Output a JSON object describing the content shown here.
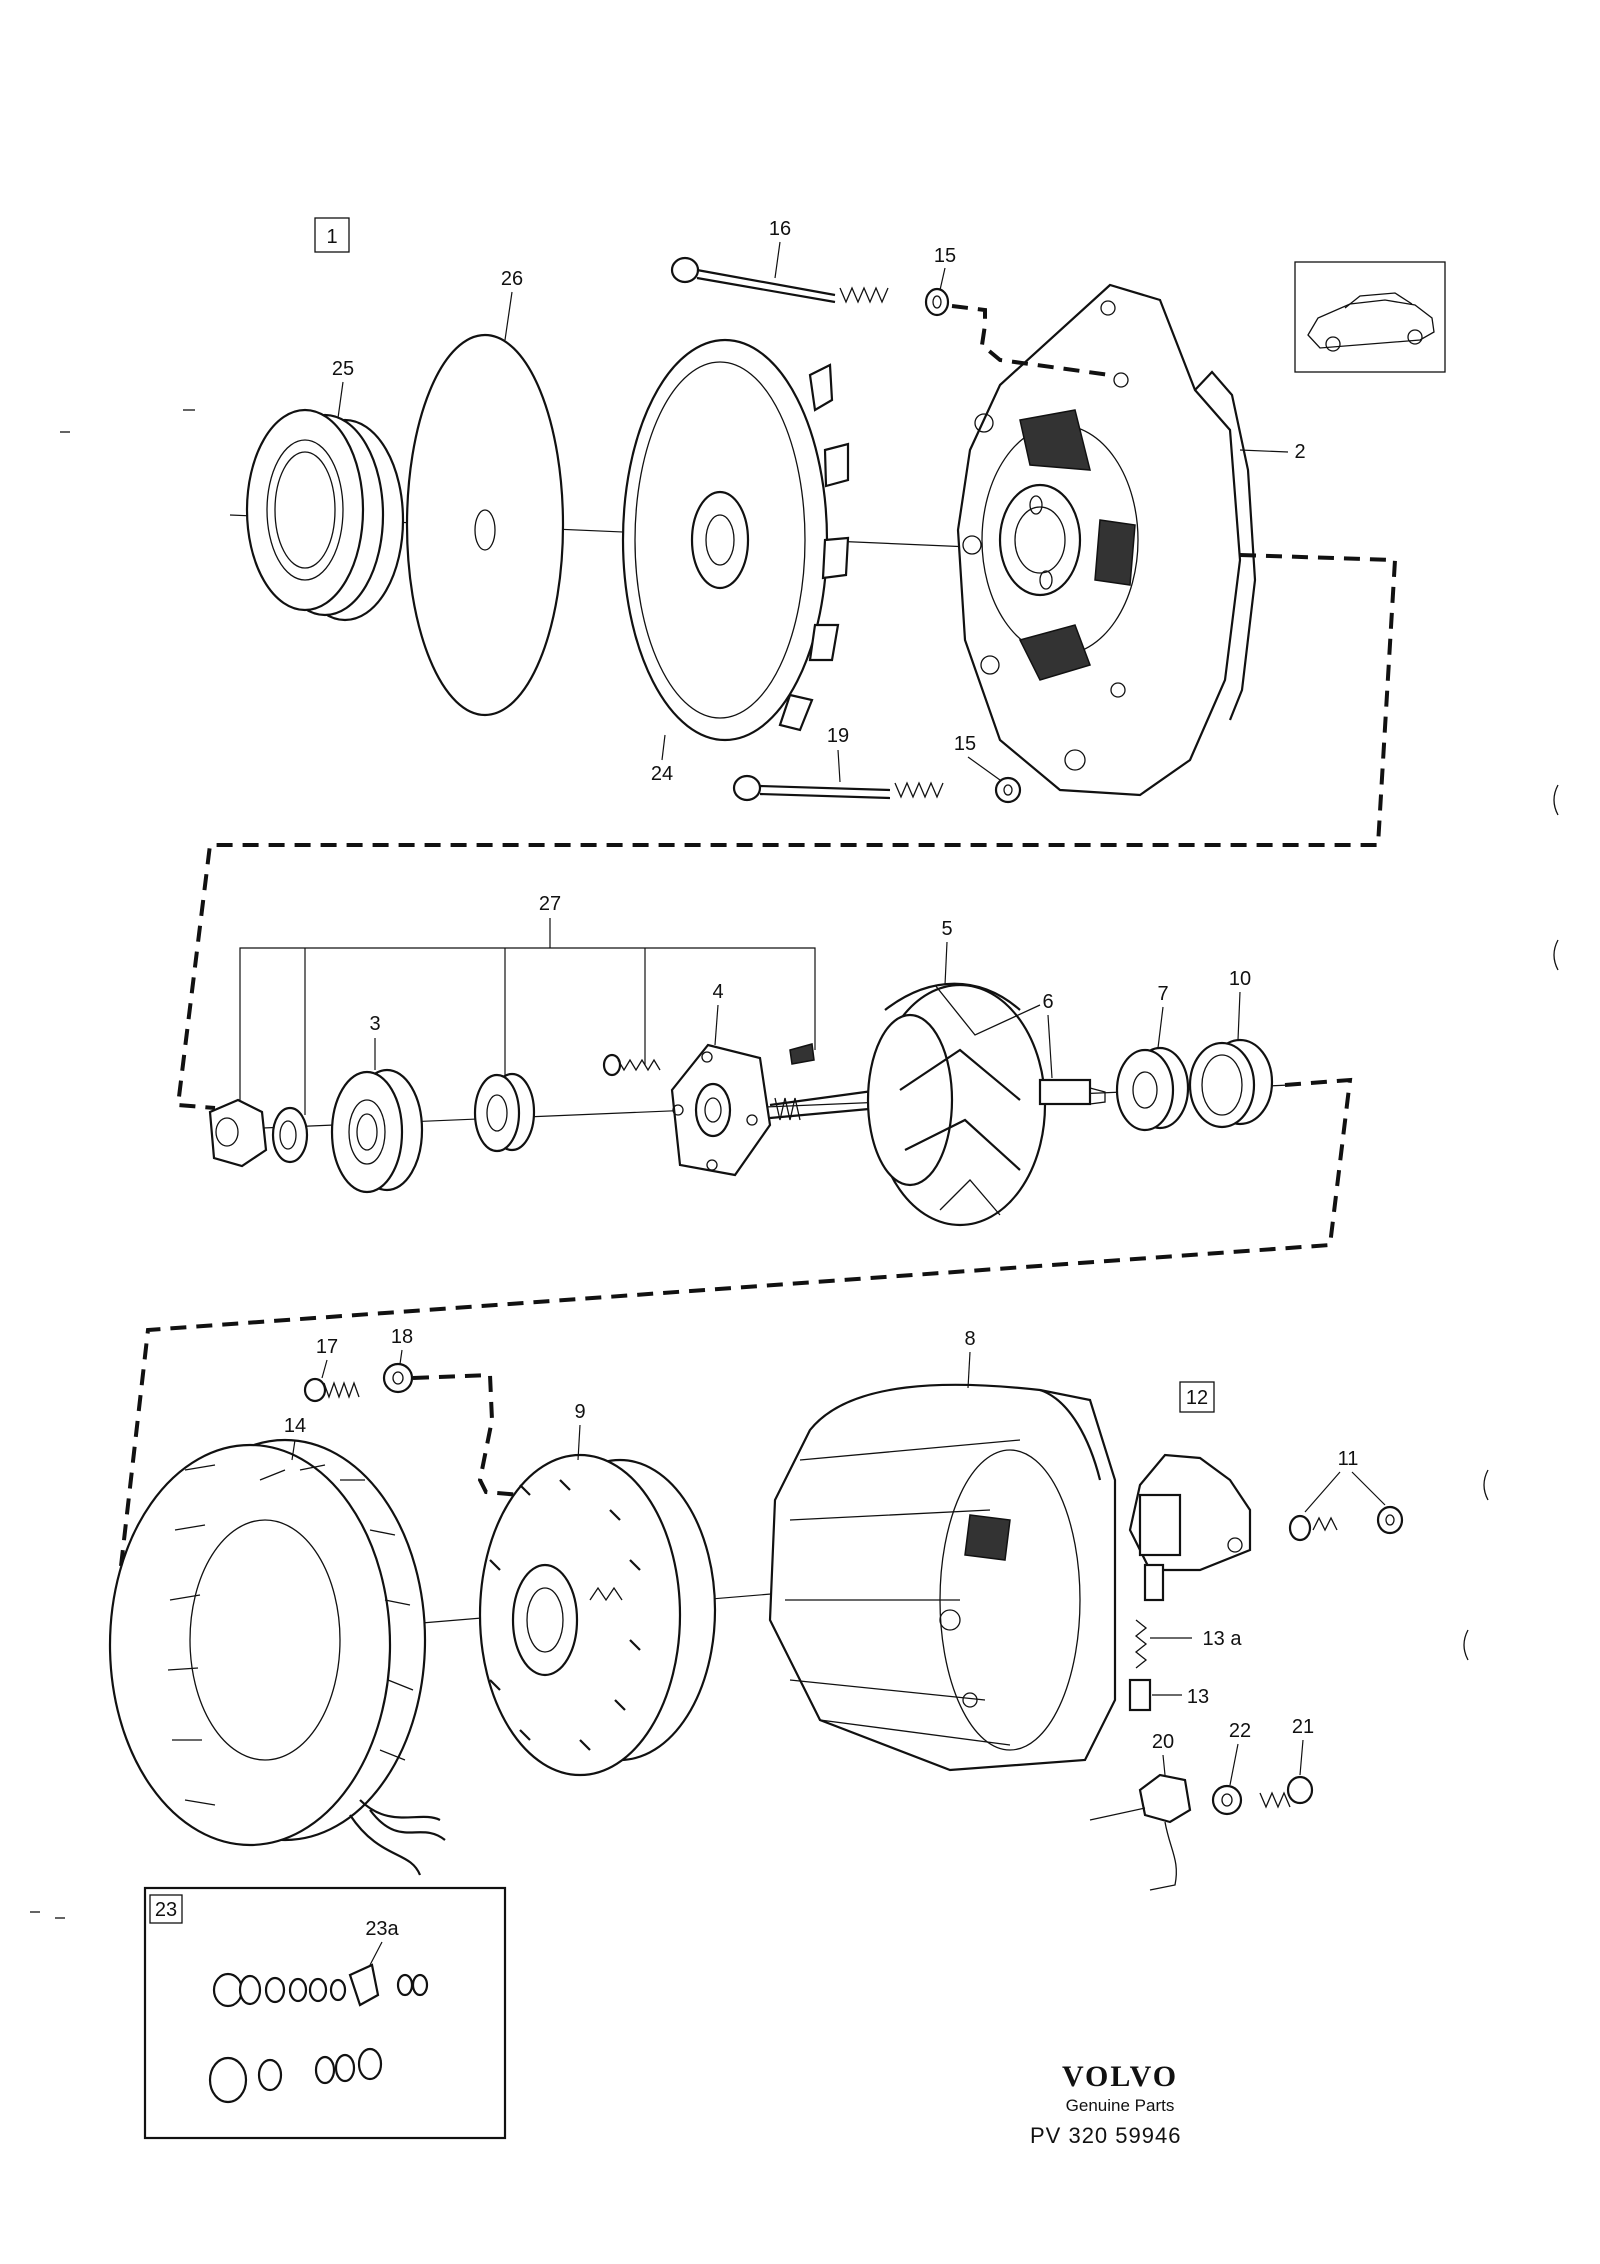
{
  "group_box_label": "1",
  "callouts": {
    "p2": "2",
    "p3": "3",
    "p4": "4",
    "p5": "5",
    "p6": "6",
    "p7": "7",
    "p8": "8",
    "p9": "9",
    "p10": "10",
    "p11": "11",
    "p13": "13",
    "p13a": "13 a",
    "p14": "14",
    "p15a": "15",
    "p15b": "15",
    "p16": "16",
    "p17": "17",
    "p18": "18",
    "p19": "19",
    "p20": "20",
    "p21": "21",
    "p22": "22",
    "p24": "24",
    "p25": "25",
    "p26": "26",
    "p27": "27",
    "p23a": "23a"
  },
  "boxed_callouts": {
    "b12": "12",
    "b23": "23"
  },
  "brand": {
    "name": "VOLVO",
    "subtitle": "Genuine Parts",
    "code": "PV 320 59946"
  }
}
